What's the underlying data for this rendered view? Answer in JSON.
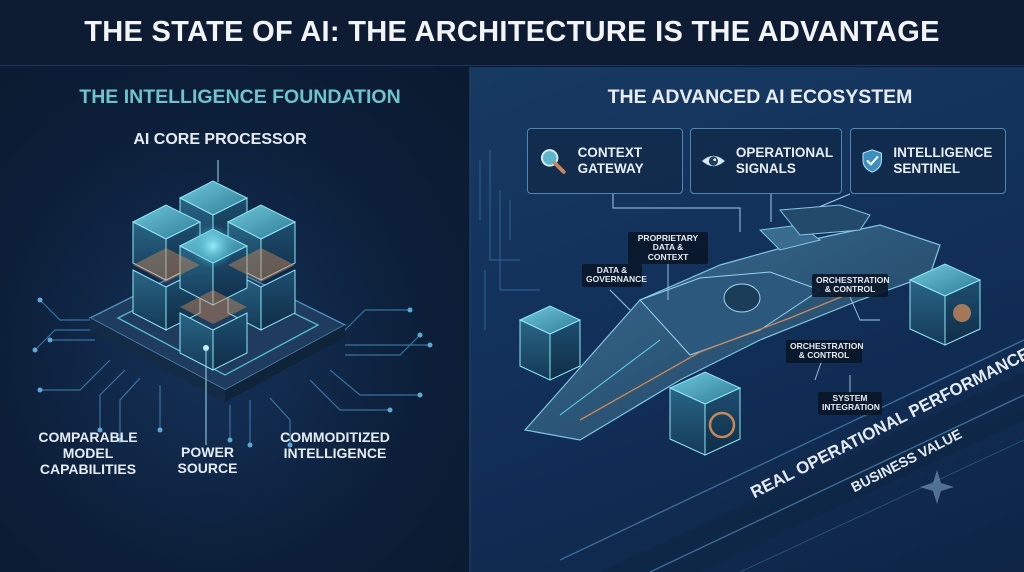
{
  "header": {
    "title": "THE STATE OF AI: THE ARCHITECTURE IS THE ADVANTAGE"
  },
  "left_panel": {
    "heading": "THE INTELLIGENCE FOUNDATION",
    "processor_label": "AI CORE PROCESSOR",
    "labels": {
      "comparable": "COMPARABLE MODEL CAPABILITIES",
      "power": "POWER SOURCE",
      "commoditized": "COMMODITIZED INTELLIGENCE"
    }
  },
  "right_panel": {
    "heading": "THE ADVANCED AI ECOSYSTEM",
    "callouts": [
      {
        "label": "CONTEXT GATEWAY",
        "icon": "magnifier-icon"
      },
      {
        "label": "OPERATIONAL SIGNALS",
        "icon": "eye-icon"
      },
      {
        "label": "INTELLIGENCE SENTINEL",
        "icon": "shield-check-icon"
      }
    ],
    "tags": {
      "proprietary": "PROPRIETARY DATA & CONTEXT",
      "governance": "DATA & GOVERNANCE",
      "orchestration_top": "ORCHESTRATION & CONTROL",
      "orchestration_mid": "ORCHESTRATION & CONTROL",
      "system": "SYSTEM INTEGRATION"
    },
    "track": {
      "performance": "REAL OPERATIONAL PERFORMANCE",
      "value": "BUSINESS VALUE"
    }
  },
  "colors": {
    "background": "#0b1a30",
    "accent_cyan": "#6ec3cf",
    "glow": "#7fe3f0",
    "circuit": "#3f7fb0",
    "copper": "#c8875a"
  }
}
